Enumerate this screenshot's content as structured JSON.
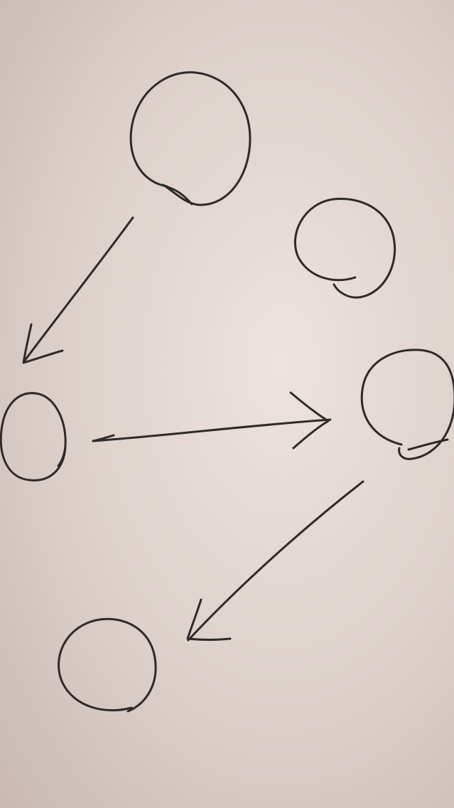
{
  "diagram": {
    "nodes": [
      {
        "id": "n1"
      },
      {
        "id": "n2"
      },
      {
        "id": "n3"
      },
      {
        "id": "n4"
      },
      {
        "id": "n5"
      },
      {
        "id": "n6"
      }
    ],
    "edges": [
      {
        "from": "n1",
        "to": "n3",
        "direction": "forward"
      },
      {
        "from": "n3",
        "to": "n4",
        "direction": "forward"
      },
      {
        "from": "n4",
        "to": "n5",
        "direction": "forward"
      }
    ],
    "ink_color": "#2e2a29",
    "paper_color": "#e6dcd8"
  }
}
